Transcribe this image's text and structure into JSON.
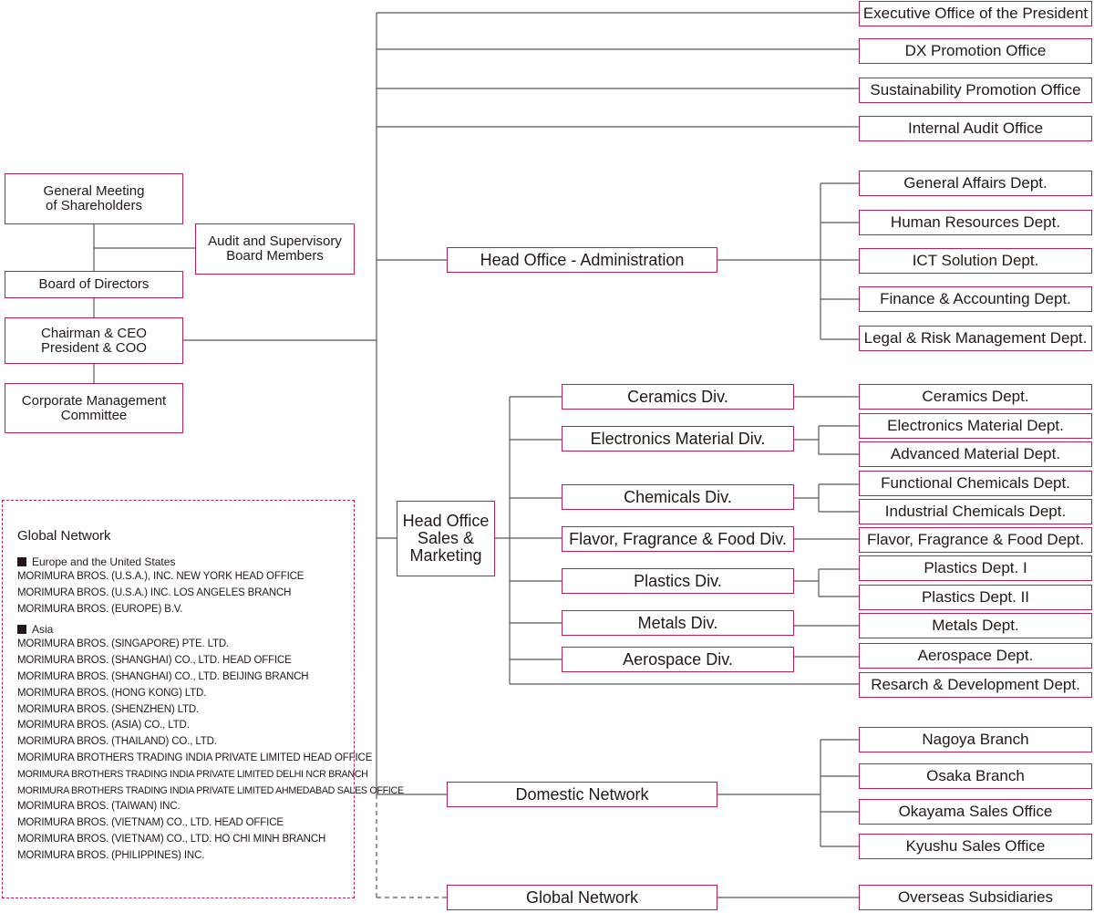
{
  "governance": {
    "shareholders": "General Meeting\nof Shareholders",
    "audit_board": "Audit and Supervisory\nBoard Members",
    "board": "Board of Directors",
    "ceo": "Chairman & CEO\nPresident & COO",
    "committee": "Corporate Management\nCommittee"
  },
  "offices": {
    "executive": "Executive Office of the President",
    "dx": "DX Promotion Office",
    "sustainability": "Sustainability Promotion Office",
    "audit": "Internal Audit Office"
  },
  "admin": {
    "title": "Head Office - Administration",
    "depts": [
      "General Affairs Dept.",
      "Human Resources Dept.",
      "ICT Solution Dept.",
      "Finance & Accounting Dept.",
      "Legal & Risk Management Dept."
    ]
  },
  "sales": {
    "title": "Head Office\nSales &\nMarketing",
    "divisions": [
      "Ceramics Div.",
      "Electronics Material Div.",
      "Chemicals Div.",
      "Flavor, Fragrance & Food Div.",
      "Plastics Div.",
      "Metals Div.",
      "Aerospace Div."
    ],
    "depts": [
      "Ceramics Dept.",
      "Electronics Material Dept.",
      "Advanced Material Dept.",
      "Functional Chemicals Dept.",
      "Industrial Chemicals Dept.",
      "Flavor, Fragrance & Food Dept.",
      "Plastics Dept.  I",
      "Plastics Dept.  II",
      "Metals Dept.",
      "Aerospace Dept.",
      "Resarch & Development Dept."
    ]
  },
  "domestic": {
    "title": "Domestic  Network",
    "branches": [
      "Nagoya Branch",
      "Osaka Branch",
      "Okayama Sales Office",
      "Kyushu Sales Office"
    ]
  },
  "global": {
    "title": "Global  Network",
    "subsidiaries": "Overseas Subsidiaries"
  },
  "legend": {
    "title": "Global Network",
    "regions": [
      {
        "name": "Europe and the United States",
        "entries": [
          "MORIMURA BROS. (U.S.A.), INC. NEW YORK HEAD OFFICE",
          "MORIMURA BROS. (U.S.A.) INC. LOS ANGELES BRANCH",
          "MORIMURA BROS. (EUROPE) B.V."
        ]
      },
      {
        "name": "Asia",
        "entries": [
          "MORIMURA BROS. (SINGAPORE) PTE. LTD.",
          "MORIMURA BROS. (SHANGHAI) CO., LTD. HEAD OFFICE",
          "MORIMURA BROS. (SHANGHAI) CO., LTD. BEIJING BRANCH",
          "MORIMURA BROS. (HONG KONG) LTD.",
          "MORIMURA BROS. (SHENZHEN) LTD.",
          "MORIMURA BROS. (ASIA) CO., LTD.",
          "MORIMURA BROS. (THAILAND) CO., LTD.",
          "MORIMURA BROTHERS TRADING INDIA PRIVATE LIMITED HEAD OFFICE",
          "MORIMURA BROTHERS TRADING INDIA PRIVATE LIMITED DELHI NCR BRANCH",
          "MORIMURA BROTHERS TRADING INDIA PRIVATE LIMITED AHMEDABAD SALES OFFICE",
          "MORIMURA BROS. (TAIWAN) INC.",
          "MORIMURA BROS. (VIETNAM) CO., LTD. HEAD OFFICE",
          "MORIMURA BROS. (VIETNAM) CO., LTD. HO CHI MINH BRANCH",
          "MORIMURA BROS. (PHILIPPINES) INC."
        ]
      }
    ]
  }
}
